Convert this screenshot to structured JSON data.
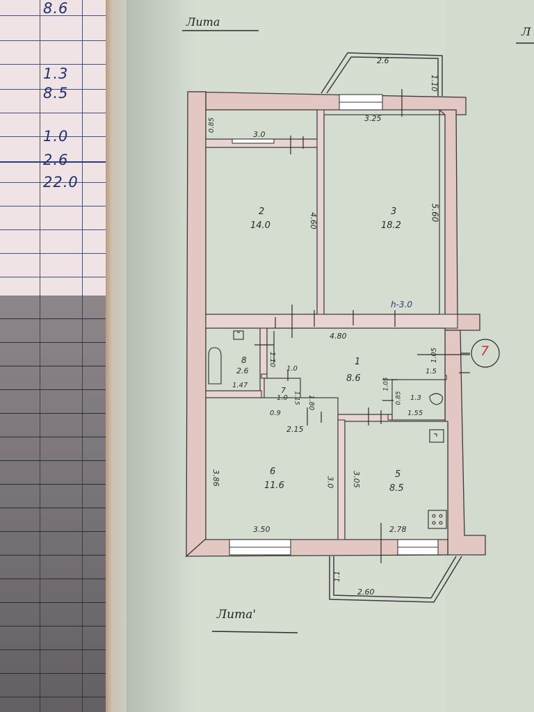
{
  "ledger": {
    "entries": [
      "8.6",
      "1.3",
      "8.5",
      "1.0",
      "2.6",
      "22.0"
    ]
  },
  "plan": {
    "title_top": "Лита",
    "title_top_right": "Л",
    "title_bottom": "Лита'",
    "rooms": [
      {
        "num": "2",
        "area": "14.0"
      },
      {
        "num": "3",
        "area": "18.2"
      },
      {
        "num": "1",
        "area": "8.6"
      },
      {
        "num": "8",
        "area": "2.6"
      },
      {
        "num": "7",
        "area": "1.0"
      },
      {
        "num": "6",
        "area": "11.6"
      },
      {
        "num": "5",
        "area": "8.5"
      },
      {
        "num": "",
        "area": "1.3"
      }
    ],
    "dimensions": {
      "balcony_top_width": "2.6",
      "balcony_top_depth": "1.10",
      "room3_width": "3.25",
      "storage_width": "3.0",
      "storage_depth": "0.85",
      "room2_depth": "4.60",
      "room3_depth": "5.60",
      "ceiling_height": "h-3.0",
      "hall_width": "4.80",
      "hall_right": "1.05",
      "bath_height": "1.10",
      "wc_label": "1.0",
      "bath_width": "1.47",
      "pantry_depth": "1.15",
      "hall_depth": "1.80",
      "pantry_width": "0.9",
      "wc_height": "1.05",
      "wc_depth": "0.85",
      "wc_width": "1.55",
      "wc_right": "1.5",
      "room6_top": "2.15",
      "room6_depth": "3.86",
      "room6_inner": "3.0",
      "room5_depth": "3.05",
      "room6_width": "3.50",
      "room5_width": "2.78",
      "balcony_bottom_width": "2.60",
      "balcony_bottom_depth": "1.1"
    },
    "stamp_mark": "7"
  }
}
